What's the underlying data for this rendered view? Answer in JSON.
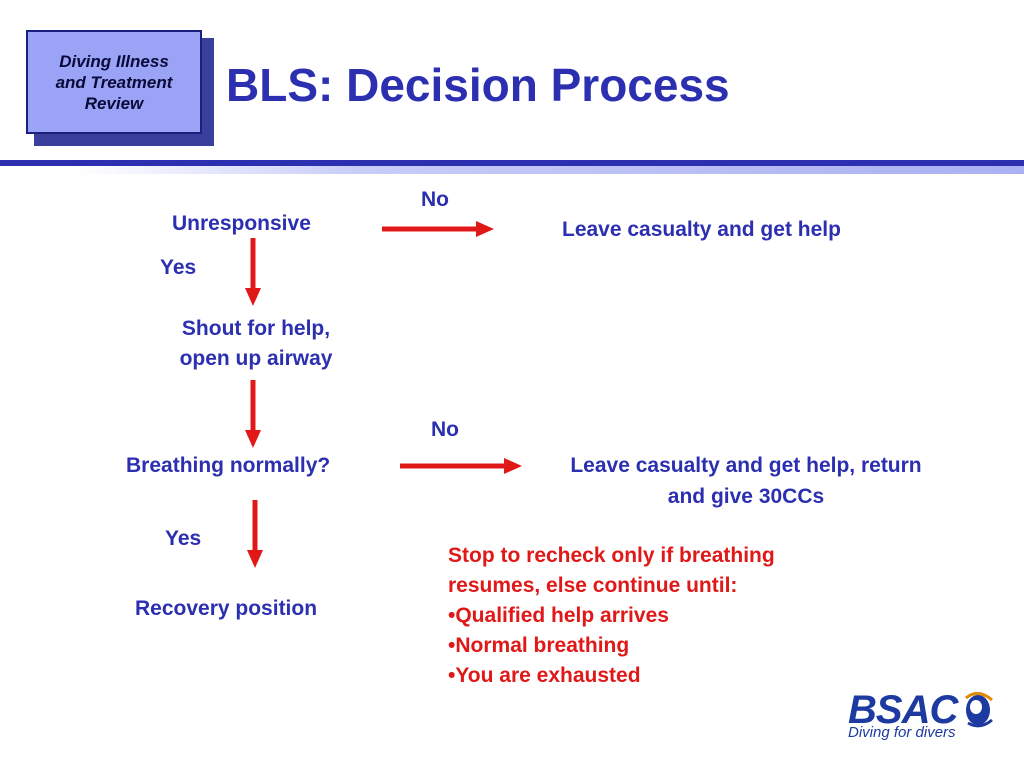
{
  "badge": {
    "line1": "Diving Illness",
    "line2": "and Treatment",
    "line3": "Review"
  },
  "title": "BLS: Decision Process",
  "flow": {
    "unresponsive": "Unresponsive",
    "no1": "No",
    "leave1": "Leave casualty and get help",
    "yes1": "Yes",
    "shout_line1": "Shout for help,",
    "shout_line2": "open up airway",
    "no2": "No",
    "breathing": "Breathing normally?",
    "leave2_line1": "Leave casualty and get help, return",
    "leave2_line2": "and give 30CCs",
    "yes2": "Yes",
    "recovery": "Recovery position"
  },
  "note": {
    "line1": "Stop to recheck only if breathing",
    "line2": "resumes, else continue until:",
    "bullets": [
      "•Qualified help arrives",
      "•Normal breathing",
      "•You are exhausted"
    ]
  },
  "logo": {
    "name": "BSAC",
    "tagline": "Diving for divers",
    "icon": "diver-head-icon"
  },
  "colors": {
    "blue": "#2b2fb0",
    "red": "#e01818",
    "badge": "#9aa3f5"
  }
}
